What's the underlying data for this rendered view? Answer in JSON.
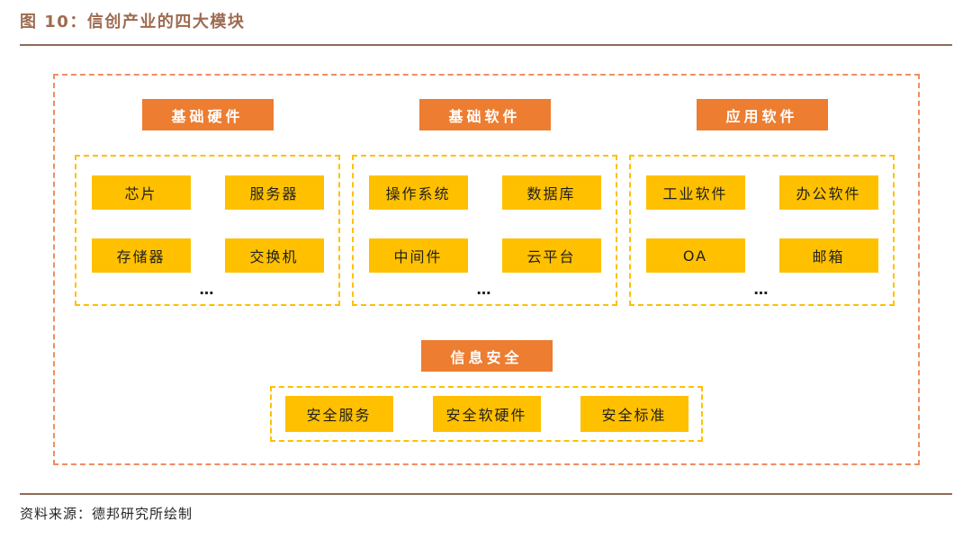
{
  "figure": {
    "title": "图 10：信创产业的四大模块",
    "source": "资料来源：德邦研究所绘制"
  },
  "colors": {
    "title_brown": "#9E6A50",
    "divider_brown": "#8E6C57",
    "header_orange": "#ED7D31",
    "item_yellow": "#FFC000",
    "outer_dash_orange": "#EE8E64",
    "inner_dash_yellow": "#FFC000",
    "item_text": "#1F1F1F",
    "header_text": "#FFFFFF"
  },
  "diagram": {
    "columns": [
      {
        "header": "基础硬件",
        "items": [
          "芯片",
          "服务器",
          "存储器",
          "交换机"
        ],
        "more": "…"
      },
      {
        "header": "基础软件",
        "items": [
          "操作系统",
          "数据库",
          "中间件",
          "云平台"
        ],
        "more": "…"
      },
      {
        "header": "应用软件",
        "items": [
          "工业软件",
          "办公软件",
          "OA",
          "邮箱"
        ],
        "more": "…"
      }
    ],
    "security": {
      "header": "信息安全",
      "items": [
        "安全服务",
        "安全软硬件",
        "安全标准"
      ]
    }
  }
}
